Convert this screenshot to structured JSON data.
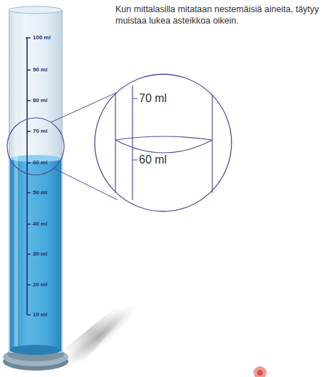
{
  "diagram": {
    "caption": "Kun mittalasilla mitataan nestemäisiä aineita, täytyy muistaa lukea asteikkoa oikein.",
    "labels": [
      "100 ml",
      "90 ml",
      "80 ml",
      "70 ml",
      "60 ml",
      "50 ml",
      "40 ml",
      "30 ml",
      "20 ml",
      "10 ml",
      "70 ml",
      "60 ml"
    ]
  }
}
